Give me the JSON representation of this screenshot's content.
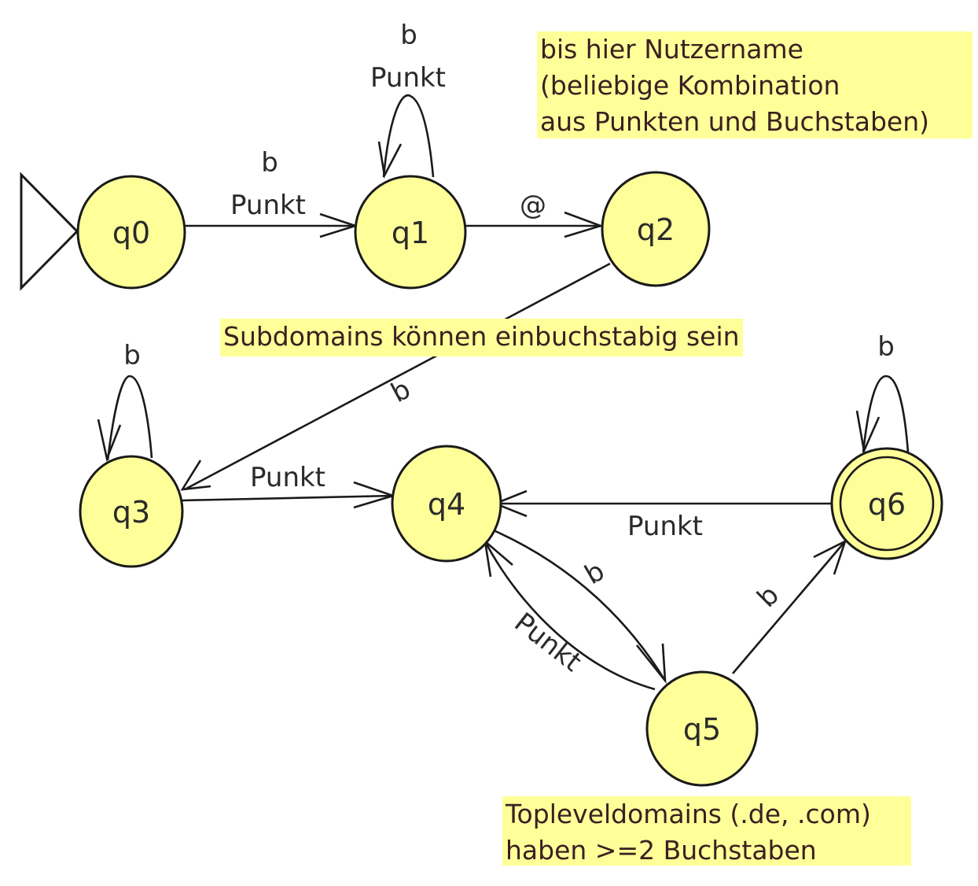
{
  "diagram": {
    "type": "finite-state-automaton",
    "colors": {
      "state_fill": "#ffff99",
      "note_fill": "#ffff99",
      "stroke": "#1a1a1a"
    },
    "start_state": "q0",
    "accepting_states": [
      "q6"
    ],
    "states": [
      {
        "id": "q0",
        "label": "q0"
      },
      {
        "id": "q1",
        "label": "q1"
      },
      {
        "id": "q2",
        "label": "q2"
      },
      {
        "id": "q3",
        "label": "q3"
      },
      {
        "id": "q4",
        "label": "q4"
      },
      {
        "id": "q5",
        "label": "q5"
      },
      {
        "id": "q6",
        "label": "q6"
      }
    ],
    "transitions": [
      {
        "from": "q0",
        "to": "q1",
        "labels": [
          "b",
          "Punkt"
        ]
      },
      {
        "from": "q1",
        "to": "q1",
        "labels": [
          "b",
          "Punkt"
        ]
      },
      {
        "from": "q1",
        "to": "q2",
        "labels": [
          "@"
        ]
      },
      {
        "from": "q2",
        "to": "q3",
        "labels": [
          "b"
        ]
      },
      {
        "from": "q3",
        "to": "q3",
        "labels": [
          "b"
        ]
      },
      {
        "from": "q3",
        "to": "q4",
        "labels": [
          "Punkt"
        ]
      },
      {
        "from": "q4",
        "to": "q5",
        "labels": [
          "b"
        ]
      },
      {
        "from": "q5",
        "to": "q4",
        "labels": [
          "Punkt"
        ]
      },
      {
        "from": "q5",
        "to": "q6",
        "labels": [
          "b"
        ]
      },
      {
        "from": "q6",
        "to": "q6",
        "labels": [
          "b"
        ]
      },
      {
        "from": "q6",
        "to": "q4",
        "labels": [
          "Punkt"
        ]
      }
    ],
    "notes": {
      "username": "bis hier Nutzername\n(beliebige Kombination\naus Punkten und Buchstaben)",
      "subdomain": "Subdomains können einbuchstabig sein",
      "tld": "Topleveldomains (.de, .com)\nhaben >=2 Buchstaben"
    }
  }
}
